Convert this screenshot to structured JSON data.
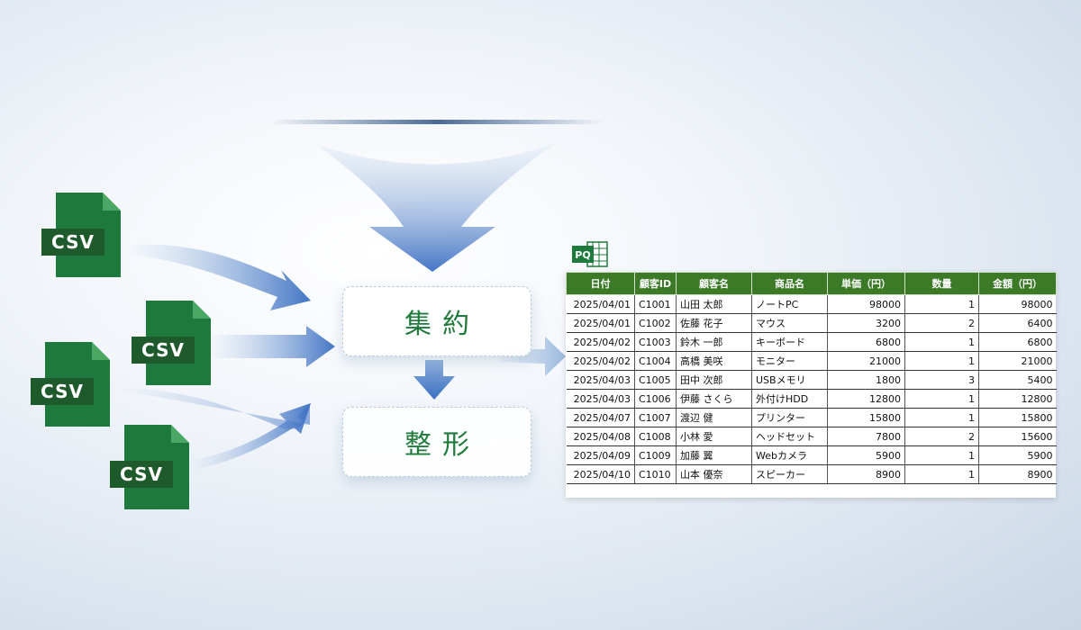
{
  "csv_files": [
    {
      "label": "CSV"
    },
    {
      "label": "CSV"
    },
    {
      "label": "CSV"
    },
    {
      "label": "CSV"
    }
  ],
  "process": {
    "step1": "集約",
    "step2": "整形"
  },
  "pq_icon": {
    "label": "PQ"
  },
  "colors": {
    "csv_green": "#1e7a3c",
    "csv_label": "#1e5a2c",
    "header_green": "#3c7a28",
    "arrow_blue": "#3a6fc2",
    "text_green": "#1f7a3c"
  },
  "table": {
    "headers": [
      "日付",
      "顧客ID",
      "顧客名",
      "商品名",
      "単価（円）",
      "数量",
      "金額（円）"
    ],
    "rows": [
      [
        "2025/04/01",
        "C1001",
        "山田 太郎",
        "ノートPC",
        "98000",
        "1",
        "98000"
      ],
      [
        "2025/04/01",
        "C1002",
        "佐藤 花子",
        "マウス",
        "3200",
        "2",
        "6400"
      ],
      [
        "2025/04/02",
        "C1003",
        "鈴木 一郎",
        "キーボード",
        "6800",
        "1",
        "6800"
      ],
      [
        "2025/04/02",
        "C1004",
        "高橋 美咲",
        "モニター",
        "21000",
        "1",
        "21000"
      ],
      [
        "2025/04/03",
        "C1005",
        "田中 次郎",
        "USBメモリ",
        "1800",
        "3",
        "5400"
      ],
      [
        "2025/04/03",
        "C1006",
        "伊藤 さくら",
        "外付けHDD",
        "12800",
        "1",
        "12800"
      ],
      [
        "2025/04/07",
        "C1007",
        "渡辺 健",
        "プリンター",
        "15800",
        "1",
        "15800"
      ],
      [
        "2025/04/08",
        "C1008",
        "小林 愛",
        "ヘッドセット",
        "7800",
        "2",
        "15600"
      ],
      [
        "2025/04/09",
        "C1009",
        "加藤 翼",
        "Webカメラ",
        "5900",
        "1",
        "5900"
      ],
      [
        "2025/04/10",
        "C1010",
        "山本 優奈",
        "スピーカー",
        "8900",
        "1",
        "8900"
      ]
    ]
  }
}
